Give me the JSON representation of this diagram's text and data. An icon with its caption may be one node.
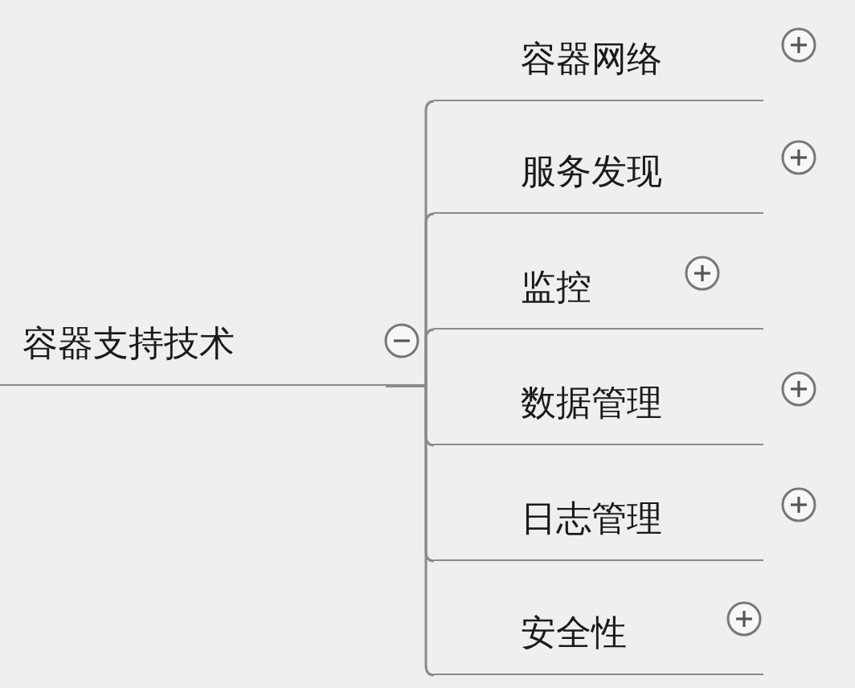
{
  "diagram": {
    "nodes": [
      {
        "text": [
          "容器支持技术"
        ]
      },
      {
        "text": [
          "容器网络"
        ]
      },
      {
        "text": [
          "服务发现"
        ]
      },
      {
        "text": [
          "监控"
        ]
      },
      {
        "text": [
          "数据管理"
        ]
      },
      {
        "text": [
          "日志管理"
        ]
      },
      {
        "text": [
          "安全性"
        ]
      }
    ],
    "edges": [
      {
        "from": 0,
        "to": 1,
        "arrow": "none"
      },
      {
        "from": 0,
        "to": 2,
        "arrow": "none"
      },
      {
        "from": 0,
        "to": 3,
        "arrow": "none"
      },
      {
        "from": 0,
        "to": 4,
        "arrow": "none"
      },
      {
        "from": 0,
        "to": 5,
        "arrow": "none"
      },
      {
        "from": 0,
        "to": 6,
        "arrow": "none"
      }
    ]
  }
}
